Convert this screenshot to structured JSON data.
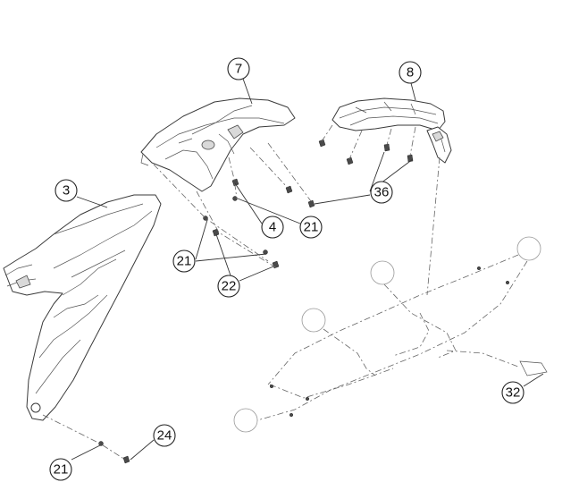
{
  "callouts": {
    "c7": "7",
    "c8": "8",
    "c3": "3",
    "c36": "36",
    "c4": "4",
    "c21a": "21",
    "c21b": "21",
    "c22": "22",
    "c32": "32",
    "c24": "24",
    "c21c": "21"
  }
}
